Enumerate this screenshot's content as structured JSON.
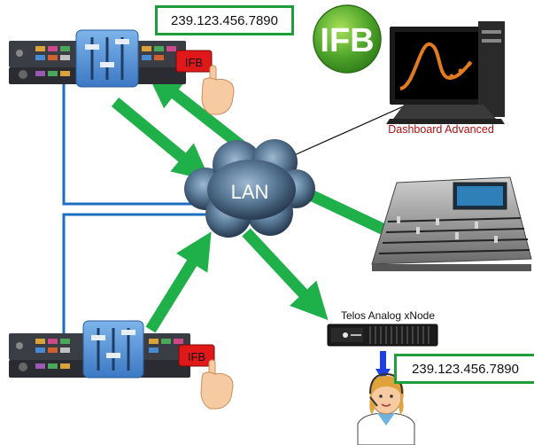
{
  "lan": {
    "label": "LAN"
  },
  "ifb_badge": {
    "text": "IFB"
  },
  "mixer_top": {
    "ifb_button": "IFB"
  },
  "mixer_bottom": {
    "ifb_button": "IFB"
  },
  "address_top": {
    "value": "239.123.456.7890"
  },
  "address_bottom": {
    "value": "239.123.456.7890"
  },
  "computer": {
    "label": "Dashboard Advanced"
  },
  "xnode": {
    "label": "Telos Analog xNode"
  },
  "colors": {
    "arrow": "#1fb04a",
    "link": "#1b6fc2",
    "box_border": "#1e9e3a",
    "ifb_red": "#e01818",
    "cloud": "#4a6b88",
    "label_red": "#b01010"
  },
  "icons": [
    "fader-icon",
    "hand-pointer-icon",
    "ifb-logo-icon",
    "monitor-icon",
    "console-icon",
    "person-icon",
    "down-arrow-icon"
  ]
}
